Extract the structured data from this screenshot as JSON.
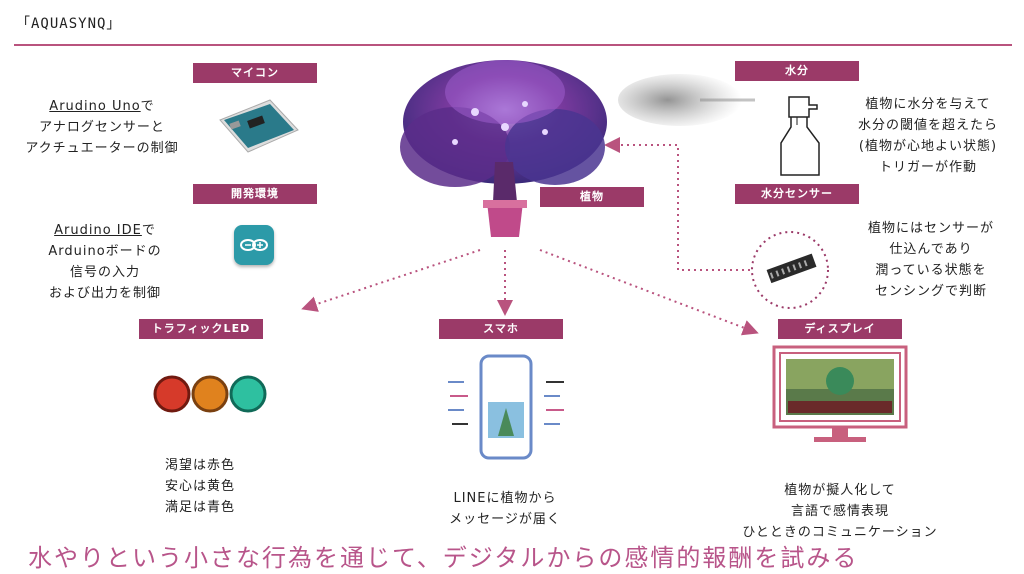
{
  "title": "「AQUASYNQ」",
  "labels": {
    "mcu": "マイコン",
    "dev_env": "開発環境",
    "plant": "植物",
    "water": "水分",
    "water_sensor": "水分センサー",
    "traffic_led": "トラフィックLED",
    "phone": "スマホ",
    "display": "ディスプレイ"
  },
  "desc": {
    "mcu_1a": "Arudino Uno",
    "mcu_1b": "で",
    "mcu_2": "アナログセンサーと",
    "mcu_3": "アクチュエーターの制御",
    "ide_1a": "Arudino IDE",
    "ide_1b": "で",
    "ide_2": "Arduinoボードの",
    "ide_3": "信号の入力",
    "ide_4": "および出力を制御",
    "water_1": "植物に水分を与えて",
    "water_2": "水分の閾値を超えたら",
    "water_3": "(植物が心地よい状態)",
    "water_4": "トリガーが作動",
    "sensor_1": "植物にはセンサーが",
    "sensor_2": "仕込んであり",
    "sensor_3": "潤っている状態を",
    "sensor_4": "センシングで判断",
    "led_1": "渇望は赤色",
    "led_2": "安心は黄色",
    "led_3": "満足は青色",
    "phone_1": "LINEに植物から",
    "phone_2": "メッセージが届く",
    "display_1": "植物が擬人化して",
    "display_2": "言語で感情表現",
    "display_3": "ひとときのコミュニケーション"
  },
  "footer": "水やりという小さな行為を通じて、デジタルからの感情的報酬を試みる",
  "colors": {
    "accent": "#9b3a68",
    "line": "#b9537e",
    "footer": "#b8558a",
    "led_red": "#d63a2a",
    "led_orange": "#e0821e",
    "led_teal": "#2ec0a0"
  },
  "icons": {
    "tree": "tree-illustration",
    "arduino": "arduino-board-icon",
    "ide": "arduino-ide-icon",
    "spray": "spray-bottle-icon",
    "mist": "mist-cloud",
    "sensor": "moisture-sensor-icon",
    "phone": "smartphone-icon",
    "monitor": "monitor-icon"
  }
}
